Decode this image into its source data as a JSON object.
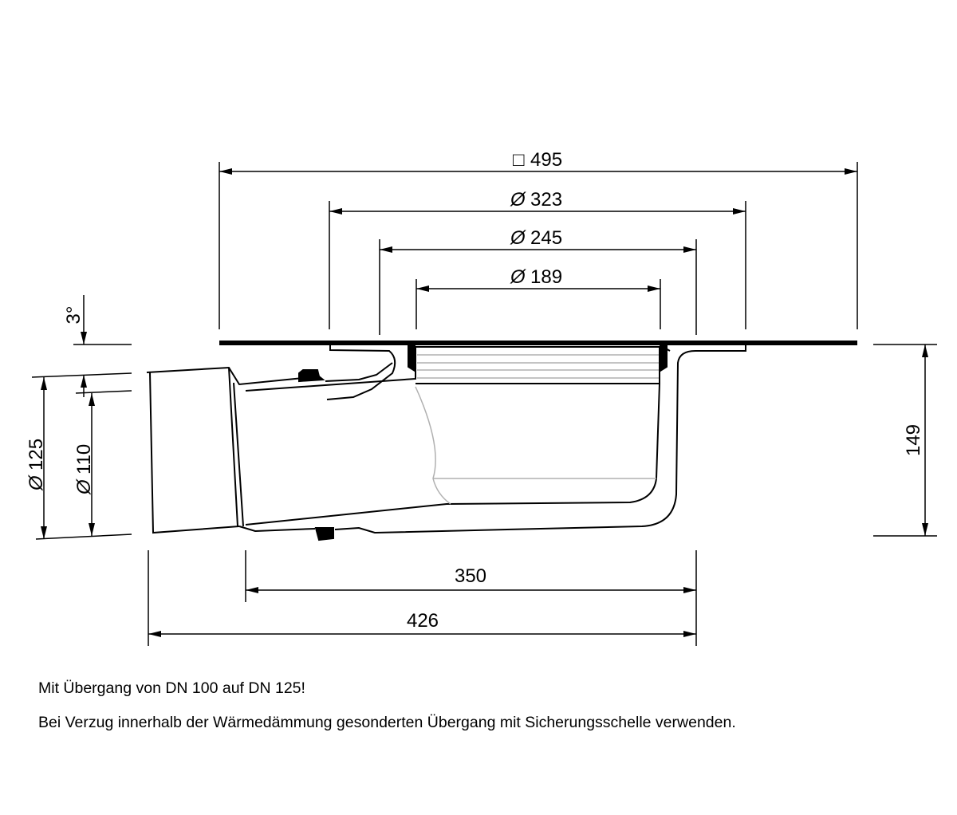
{
  "dimensions": {
    "square_495": {
      "symbol": "□",
      "value": "495"
    },
    "dia_323": {
      "symbol": "Ø",
      "value": "323"
    },
    "dia_245": {
      "symbol": "Ø",
      "value": "245"
    },
    "dia_189": {
      "symbol": "Ø",
      "value": "189"
    },
    "height_149": "149",
    "length_350": "350",
    "length_426": "426",
    "dia_125": {
      "symbol": "Ø",
      "value": "125"
    },
    "dia_110": {
      "symbol": "Ø",
      "value": "110"
    },
    "angle": "3°"
  },
  "notes": [
    "Mit Übergang von DN 100 auf DN 125!",
    "Bei Verzug innerhalb der Wärmedämmung gesonderten Übergang mit Sicherungsschelle verwenden."
  ]
}
